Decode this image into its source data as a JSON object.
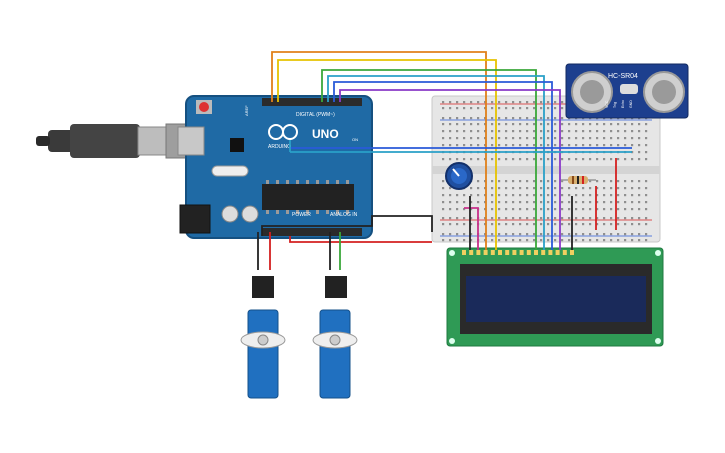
{
  "colors": {
    "background": "#ffffff",
    "arduino_board": "#1f6aa5",
    "breadboard": "#e6e6e6",
    "lcd_pcb": "#2f9a55",
    "lcd_screen": "#1a2a5a",
    "sensor_pcb": "#1d3f8e",
    "servo_body": "#2070c0",
    "wire_orange": "#e0801a",
    "wire_yellow": "#e6c200",
    "wire_green": "#3aa83a",
    "wire_cyan": "#2aa0c8",
    "wire_blue": "#2a5ad8",
    "wire_purple": "#8a3ac8",
    "wire_red": "#d42020",
    "wire_black": "#222222",
    "wire_magenta": "#c8308a"
  },
  "arduino": {
    "brand": "ARDUINO",
    "model": "UNO",
    "header_digital": "DIGITAL (PWM~)",
    "header_power": "POWER",
    "header_analog": "ANALOG IN",
    "on_label": "ON",
    "aref_label": "AREF"
  },
  "sensor": {
    "name": "HC-SR04",
    "pins": [
      "VCC",
      "Trig",
      "Echo",
      "GND"
    ]
  },
  "components": {
    "potentiometer": "potentiometer",
    "resistor": "resistor",
    "lcd": "16x2 LCD",
    "servo_count": 2
  }
}
